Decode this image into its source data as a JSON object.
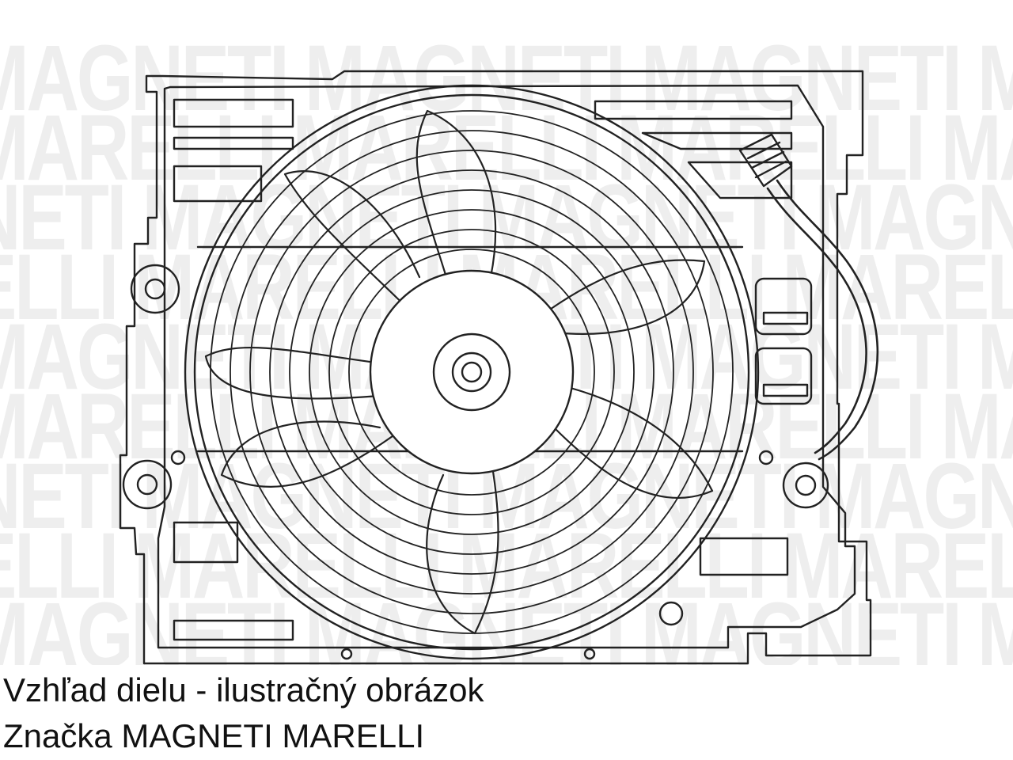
{
  "image": {
    "subject": "radiator-cooling-fan-assembly",
    "watermark_text": "MAGNETI MARELLI",
    "colors": {
      "line": "#222222",
      "watermark": "#eeeeee",
      "background": "#ffffff",
      "caption": "#111111"
    }
  },
  "captions": {
    "view_note": "Vzhľad dielu - ilustračný obrázok",
    "brand_line": "Značka MAGNETI MARELLI"
  }
}
